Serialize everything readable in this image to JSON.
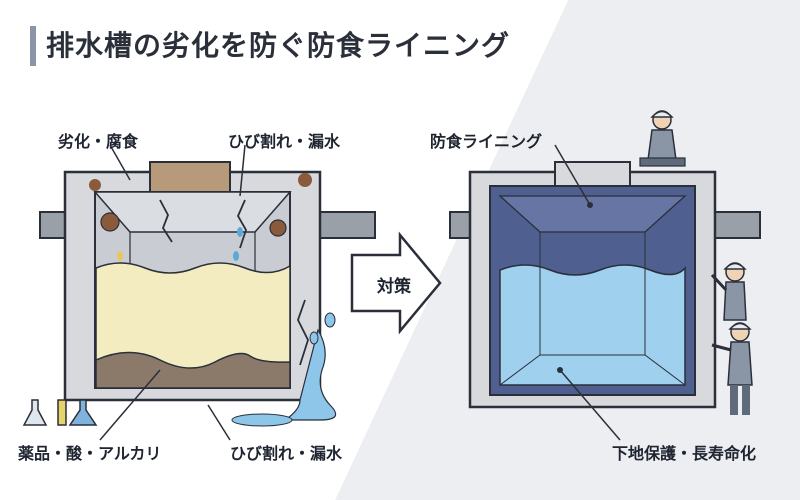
{
  "title": "排水槽の劣化を防ぐ防食ライニング",
  "labels": {
    "deterioration": "劣化・腐食",
    "crack_top": "ひび割れ・漏水",
    "chemicals": "薬品・酸・アルカリ",
    "crack_bottom": "ひび割れ・漏水",
    "lining": "防食ライニング",
    "protection": "下地保護・長寿命化",
    "arrow": "対策"
  },
  "colors": {
    "concrete": "#d7d9dd",
    "outline": "#2a2f3a",
    "dirty_water": "#f2ecc0",
    "sludge": "#8b7a6a",
    "lining": "#4f5f8f",
    "clean_water": "#9fd0ee",
    "pipe": "#9aa0a8",
    "arrow": "#ffffff"
  }
}
